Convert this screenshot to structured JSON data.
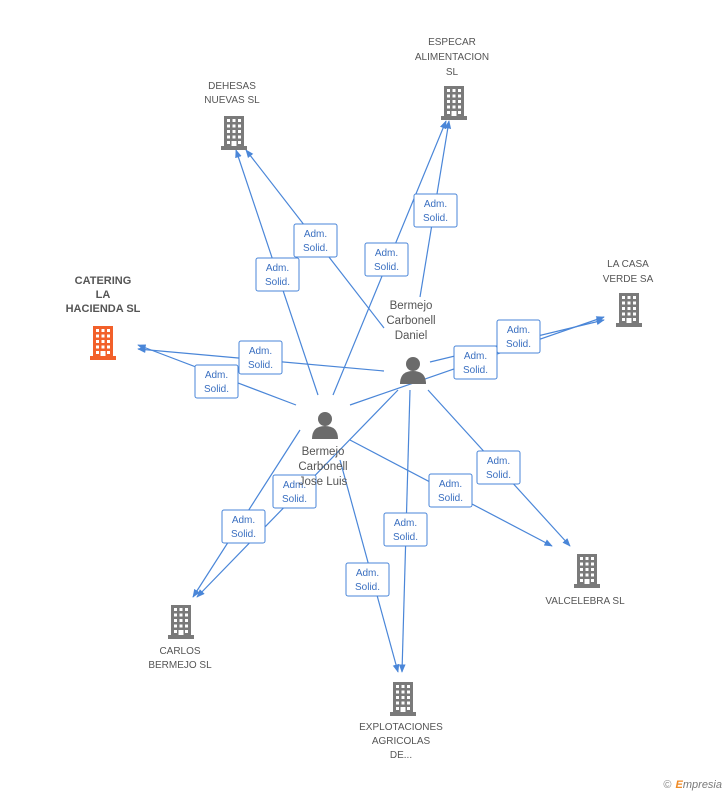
{
  "colors": {
    "edge": "#4a86d8",
    "building": "#7a7a7a",
    "focus_building": "#f2602a",
    "person": "#6b6b6b"
  },
  "companies": [
    {
      "id": "catering",
      "lines": [
        "CATERING",
        "LA",
        "HACIENDA SL"
      ],
      "focus": true
    },
    {
      "id": "dehesas",
      "lines": [
        "DEHESAS",
        "NUEVAS SL"
      ]
    },
    {
      "id": "especar",
      "lines": [
        "ESPECAR",
        "ALIMENTACION",
        "SL"
      ]
    },
    {
      "id": "lacasa",
      "lines": [
        "LA CASA",
        "VERDE SA"
      ]
    },
    {
      "id": "valcelebra",
      "lines": [
        "VALCELEBRA SL"
      ]
    },
    {
      "id": "explotaciones",
      "lines": [
        "EXPLOTACIONES",
        "AGRICOLAS",
        "DE..."
      ]
    },
    {
      "id": "carlos",
      "lines": [
        "CARLOS",
        "BERMEJO SL"
      ]
    }
  ],
  "persons": [
    {
      "id": "daniel",
      "lines": [
        "Bermejo",
        "Carbonell",
        "Daniel"
      ]
    },
    {
      "id": "jose",
      "lines": [
        "Bermejo",
        "Carbonell",
        "Jose Luis"
      ]
    }
  ],
  "relation_label": [
    "Adm.",
    "Solid."
  ],
  "edges": [
    {
      "from": "jose",
      "to": "catering"
    },
    {
      "from": "daniel",
      "to": "catering"
    },
    {
      "from": "jose",
      "to": "dehesas"
    },
    {
      "from": "daniel",
      "to": "dehesas"
    },
    {
      "from": "jose",
      "to": "especar"
    },
    {
      "from": "daniel",
      "to": "especar"
    },
    {
      "from": "jose",
      "to": "lacasa"
    },
    {
      "from": "daniel",
      "to": "lacasa"
    },
    {
      "from": "jose",
      "to": "valcelebra"
    },
    {
      "from": "daniel",
      "to": "valcelebra"
    },
    {
      "from": "jose",
      "to": "explotaciones"
    },
    {
      "from": "daniel",
      "to": "explotaciones"
    },
    {
      "from": "jose",
      "to": "carlos"
    },
    {
      "from": "daniel",
      "to": "carlos"
    }
  ],
  "footer": {
    "copyright_symbol": "©",
    "brand_first": "E",
    "brand_rest": "mpresia"
  }
}
